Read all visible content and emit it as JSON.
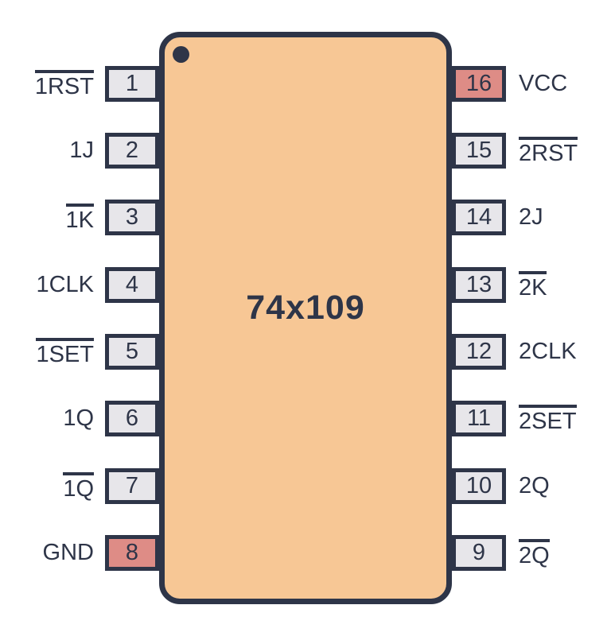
{
  "chip": {
    "label": "74x109",
    "package": "DIP-16"
  },
  "colors": {
    "body": "#f7c795",
    "outline": "#2e3548",
    "pin_default": "#e7e6ea",
    "pin_power": "#de8c86",
    "background": "#ffffff"
  },
  "pins": {
    "left": [
      {
        "num": "1",
        "label": "1RST",
        "overline": true,
        "power": false
      },
      {
        "num": "2",
        "label": "1J",
        "overline": false,
        "power": false
      },
      {
        "num": "3",
        "label": "1K",
        "overline": true,
        "power": false
      },
      {
        "num": "4",
        "label": "1CLK",
        "overline": false,
        "power": false
      },
      {
        "num": "5",
        "label": "1SET",
        "overline": true,
        "power": false
      },
      {
        "num": "6",
        "label": "1Q",
        "overline": false,
        "power": false
      },
      {
        "num": "7",
        "label": "1Q",
        "overline": true,
        "power": false
      },
      {
        "num": "8",
        "label": "GND",
        "overline": false,
        "power": true
      }
    ],
    "right": [
      {
        "num": "16",
        "label": "VCC",
        "overline": false,
        "power": true
      },
      {
        "num": "15",
        "label": "2RST",
        "overline": true,
        "power": false
      },
      {
        "num": "14",
        "label": "2J",
        "overline": false,
        "power": false
      },
      {
        "num": "13",
        "label": "2K",
        "overline": true,
        "power": false
      },
      {
        "num": "12",
        "label": "2CLK",
        "overline": false,
        "power": false
      },
      {
        "num": "11",
        "label": "2SET",
        "overline": true,
        "power": false
      },
      {
        "num": "10",
        "label": "2Q",
        "overline": false,
        "power": false
      },
      {
        "num": "9",
        "label": "2Q",
        "overline": true,
        "power": false
      }
    ]
  }
}
